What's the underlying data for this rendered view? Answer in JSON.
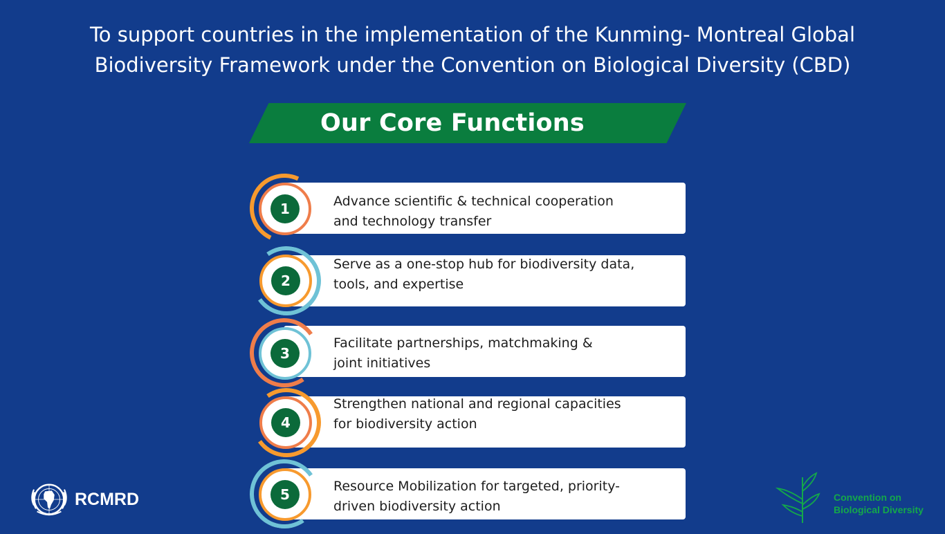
{
  "header": {
    "line1": "To support countries in the implementation of the Kunming- Montreal Global",
    "line2": "Biodiversity Framework under the Convention on Biological Diversity (CBD)"
  },
  "banner": {
    "title": "Our Core Functions"
  },
  "functions": [
    {
      "number": "1",
      "line1": "Advance scientific & technical cooperation",
      "line2": "and technology transfer"
    },
    {
      "number": "2",
      "line1": "Serve as a one-stop hub for biodiversity data,",
      "line2": "tools, and expertise"
    },
    {
      "number": "3",
      "line1": "Facilitate partnerships, matchmaking &",
      "line2": "joint initiatives"
    },
    {
      "number": "4",
      "line1": "Strengthen national and regional capacities",
      "line2": "for biodiversity action"
    },
    {
      "number": "5",
      "line1": "Resource Mobilization for targeted, priority-",
      "line2": "driven biodiversity action"
    }
  ],
  "logos": {
    "left_name": "RCMRD",
    "right_line1": "Convention on",
    "right_line2": "Biological Diversity"
  },
  "colors": {
    "background": "#123c8c",
    "banner": "#0a7d3e",
    "orange": "#f79a2e",
    "coral": "#ef7d4a",
    "blue": "#6fc2d6",
    "number_circle": "#0b6a3a",
    "cbd_green": "#14a84a"
  }
}
